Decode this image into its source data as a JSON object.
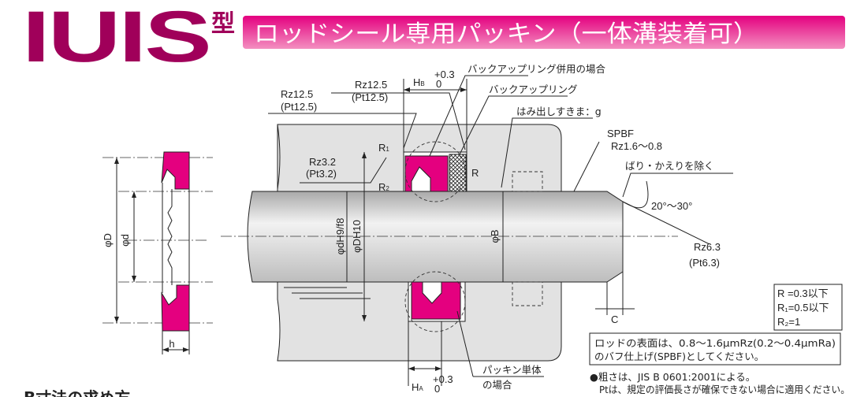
{
  "header": {
    "model": "IUIS",
    "model_suffix": "型",
    "title": "ロッドシール専用パッキン（一体溝装着可）"
  },
  "colors": {
    "brand": "#a0005a",
    "banner": "#e4007f",
    "seal": "#e4007f",
    "housing": "#e2e2e2"
  },
  "labels": {
    "backup_combined": "バックアップリング併用の場合",
    "backup_ring": "バックアップリング",
    "extrusion_gap": "はみ出しすきま：g",
    "spbf": "SPBF",
    "rz_rod": "Rz1.6～0.8",
    "deburr": "ばり・かえりを除く",
    "angle": "20°～30°",
    "rz63": "Rz6.3",
    "pt63": "(Pt6.3)",
    "rz125_a": "Rz12.5",
    "pt125_a": "(Pt12.5)",
    "rz125_b": "Rz12.5",
    "pt125_b": "(Pt12.5)",
    "hb": "H",
    "hb_sub": "B",
    "tol_plus": "+0.3",
    "tol_zero": "0",
    "rz32": "Rz3.2",
    "pt32": "(Pt3.2)",
    "r1": "R",
    "r1_sub": "1",
    "r2": "R",
    "r2_sub": "2",
    "r": "R",
    "phi_D": "φD",
    "phi_d": "φd",
    "phi_d_h9f8": "φdH9/f8",
    "phi_D_h10": "φDH10",
    "phi_B": "φB",
    "h": "h",
    "c": "C",
    "ha": "H",
    "ha_sub": "A",
    "packing_only_1": "パッキン単体",
    "packing_only_2": "の場合"
  },
  "radius_box": [
    "R =0.3以下",
    "R₁=0.5以下",
    "R₂=1"
  ],
  "surface_note": [
    "ロッドの表面は、0.8～1.6μmRz(0.2～0.4μmRa)",
    "のバフ仕上げ(SPBF)としてください。"
  ],
  "footnotes": [
    "●粗さは、JIS B 0601:2001による。",
    "Ptは、規定の評価長さが確保できない場合に適用ください。"
  ],
  "section_heading": "B寸法の求め方"
}
